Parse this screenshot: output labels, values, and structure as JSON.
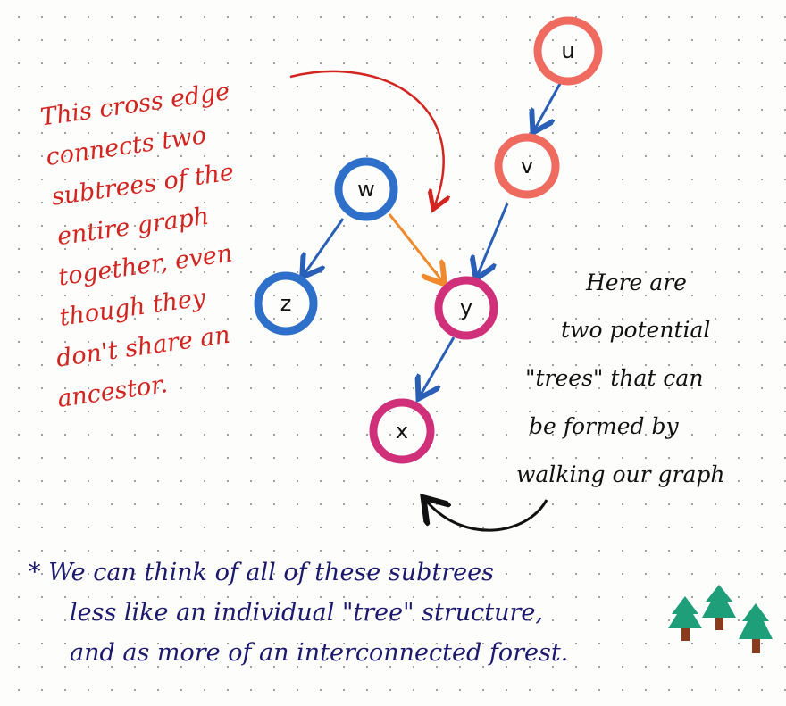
{
  "nodes": {
    "u": {
      "label": "u",
      "color": "#ef6a5f"
    },
    "v": {
      "label": "v",
      "color": "#ef6a5f"
    },
    "w": {
      "label": "w",
      "color": "#2d6fc9"
    },
    "z": {
      "label": "z",
      "color": "#2d6fc9"
    },
    "y": {
      "label": "y",
      "color": "#d0307a"
    },
    "x": {
      "label": "x",
      "color": "#d0307a"
    }
  },
  "edge_colors": {
    "tree": "#2a5fb8",
    "cross": "#f08a2c"
  },
  "annotation_left": [
    "This cross edge",
    "connects two",
    "subtrees of the",
    "entire graph",
    "together, even",
    "though they",
    "don't share an",
    "ancestor."
  ],
  "annotation_right": [
    "Here are",
    "two potential",
    "\"trees\" that can",
    "be formed by",
    "walking our graph"
  ],
  "footnote": [
    "* We can think of all of these subtrees",
    "less like an individual \"tree\" structure,",
    "and as more of an interconnected forest."
  ]
}
